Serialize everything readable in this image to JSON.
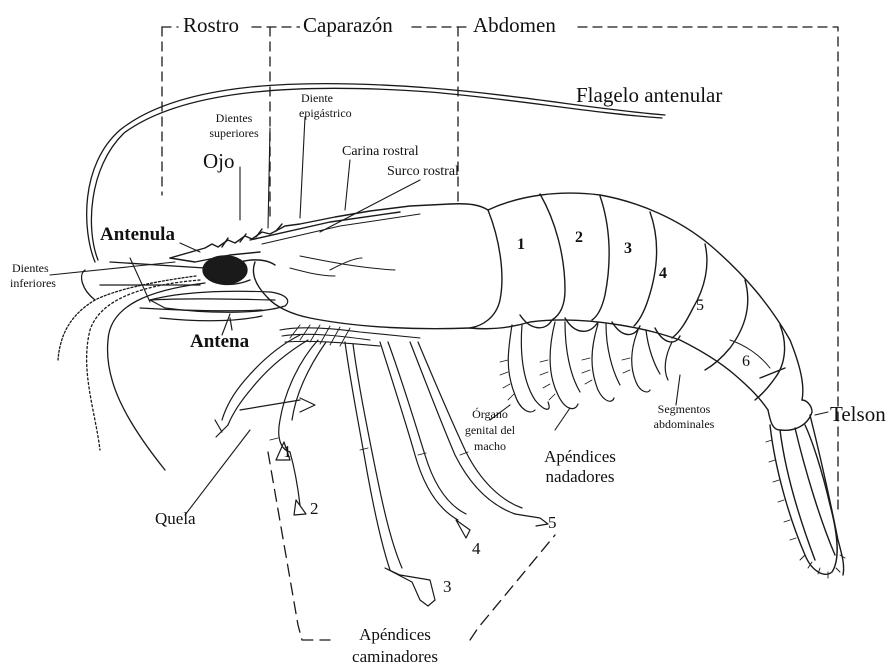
{
  "diagram": {
    "sections": {
      "rostro": "Rostro",
      "caparazon": "Caparazón",
      "abdomen": "Abdomen"
    },
    "labels": {
      "flagelo_antenular": "Flagelo antenular",
      "diente_epigastrico_1": "Diente",
      "diente_epigastrico_2": "epigástrico",
      "dientes_superiores_1": "Dientes",
      "dientes_superiores_2": "superiores",
      "ojo": "Ojo",
      "carina_rostral": "Carina rostral",
      "surco_rostral": "Surco rostral",
      "antenula": "Antenula",
      "dientes_inferiores_1": "Dientes",
      "dientes_inferiores_2": "inferiores",
      "antena": "Antena",
      "quela": "Quela",
      "organo_1": "Órgano",
      "organo_2": "genital del",
      "organo_3": "macho",
      "apendices_nadadores_1": "Apéndices",
      "apendices_nadadores_2": "nadadores",
      "segmentos_1": "Segmentos",
      "segmentos_2": "abdominales",
      "telson": "Telson",
      "apendices_caminadores_1": "Apéndices",
      "apendices_caminadores_2": "caminadores"
    },
    "segment_numbers": [
      "1",
      "2",
      "3",
      "4",
      "5",
      "6"
    ],
    "leg_numbers": [
      "1",
      "2",
      "3",
      "4",
      "5"
    ]
  }
}
